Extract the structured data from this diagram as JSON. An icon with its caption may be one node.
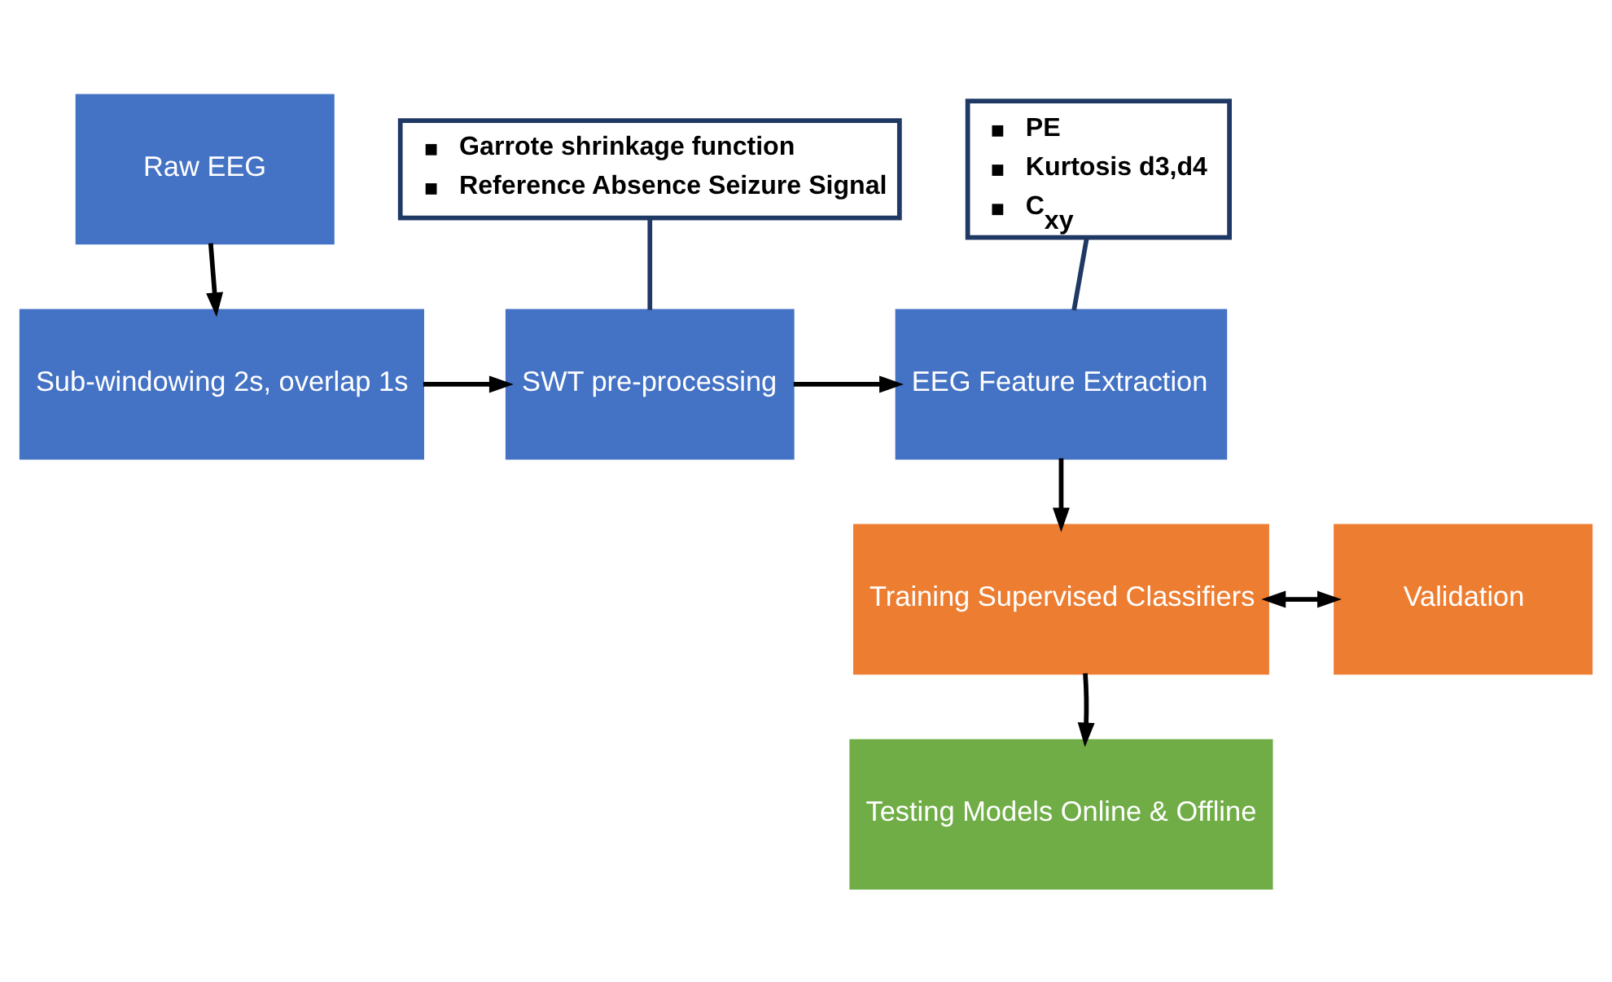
{
  "diagram": {
    "nodes": [
      {
        "text": [
          "Raw EEG"
        ]
      },
      {
        "text": [
          "Sub-windowing 2s, overlap 1s"
        ]
      },
      {
        "text": [
          "SWT pre-processing"
        ]
      },
      {
        "text": [
          "EEG Feature Extraction"
        ]
      },
      {
        "text": [
          "Garrote shrinkage function",
          "Reference Absence Seizure Signal"
        ]
      },
      {
        "text": [
          "PE",
          "Kurtosis d3,d4",
          "C$_{xy}$"
        ]
      },
      {
        "text": [
          "Training Supervised Classifiers"
        ]
      },
      {
        "text": [
          "Validation"
        ]
      },
      {
        "text": [
          "Testing Models Online & Offline"
        ]
      }
    ],
    "edges": [
      {
        "from": 0,
        "to": 1,
        "arrow": "to"
      },
      {
        "from": 1,
        "to": 2,
        "arrow": "to"
      },
      {
        "from": 2,
        "to": 3,
        "arrow": "to"
      },
      {
        "from": 2,
        "to": 4,
        "arrow": "none",
        "color": "#1f3864"
      },
      {
        "from": 3,
        "to": 5,
        "arrow": "none",
        "color": "#1f3864"
      },
      {
        "from": 3,
        "to": 6,
        "arrow": "to"
      },
      {
        "from": 6,
        "to": 8,
        "arrow": "to"
      },
      {
        "from": 6,
        "to": 7,
        "arrow": "both"
      }
    ]
  }
}
